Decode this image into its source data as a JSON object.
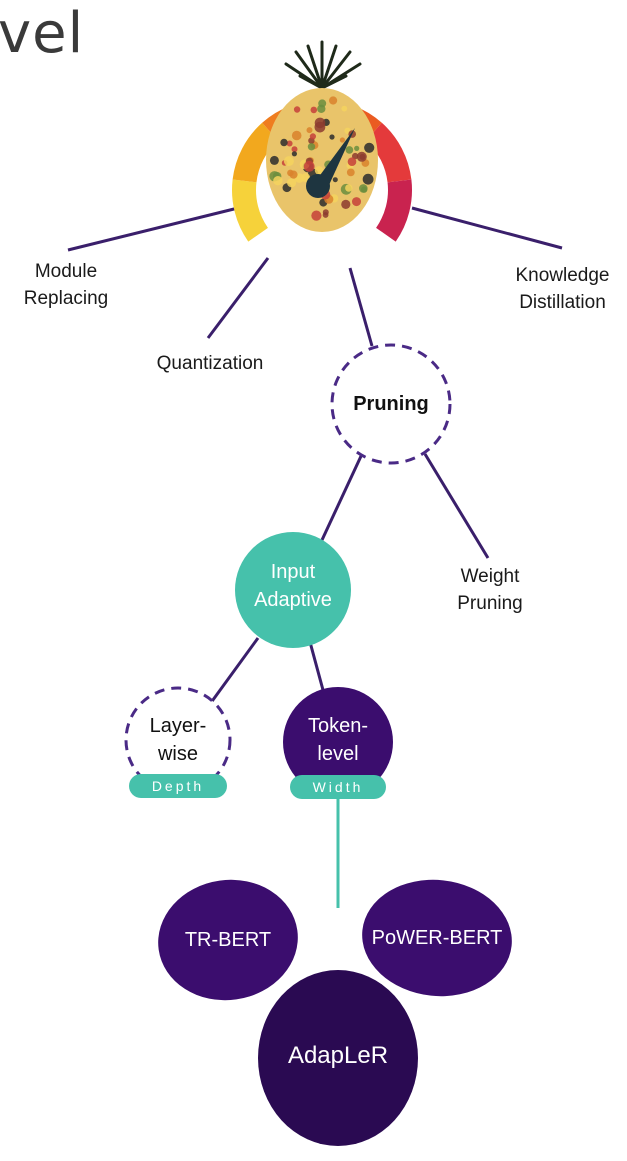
{
  "title_fragment": "vel",
  "logo": {
    "name": "pineapple-speedometer-logo",
    "gauge_colors": [
      "#f6d23a",
      "#f2a81e",
      "#ef7d1f",
      "#ea5b22",
      "#e43a3b",
      "#c9234f"
    ]
  },
  "colors": {
    "line": "#3a1f6b",
    "teal": "#46c1ab",
    "purple": "#3b0d6e",
    "dark_purple": "#2a0a52",
    "dashed": "#4a2a86"
  },
  "nodes": {
    "module_replacing": [
      "Module",
      "Replacing"
    ],
    "quantization": "Quantization",
    "knowledge_distillation": [
      "Knowledge",
      "Distillation"
    ],
    "pruning": "Pruning",
    "input_adaptive": [
      "Input",
      "Adaptive"
    ],
    "weight_pruning": [
      "Weight",
      "Pruning"
    ],
    "layer_wise": [
      "Layer-",
      "wise"
    ],
    "layer_wise_tag": "Depth",
    "token_level": [
      "Token-",
      "level"
    ],
    "token_level_tag": "Width",
    "tr_bert": "TR-BERT",
    "power_bert": "PoWER-BERT",
    "adapler": "AdapLeR"
  }
}
